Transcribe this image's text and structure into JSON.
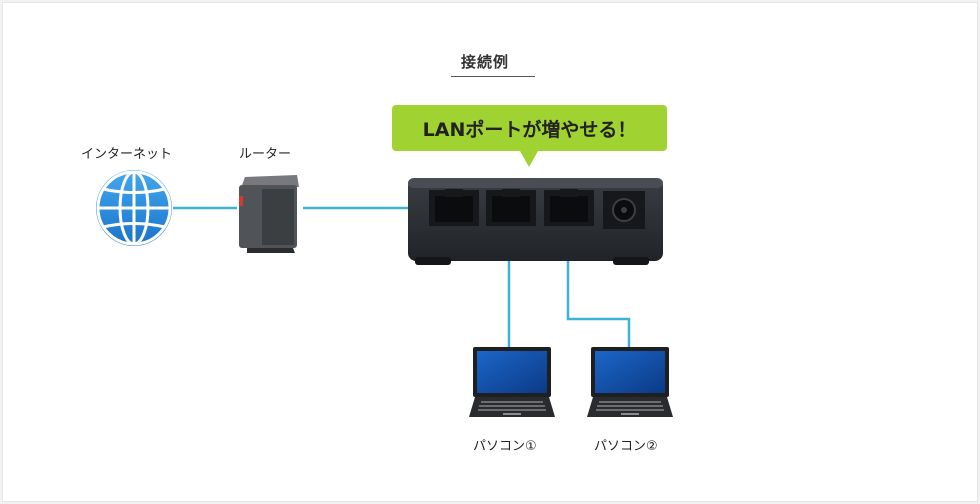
{
  "diagram": {
    "title": "接続例",
    "callout": "LANポートが増やせる！",
    "nodes": {
      "internet": "インターネット",
      "router": "ルーター",
      "pc1": "パソコン①",
      "pc2": "パソコン②"
    }
  },
  "colors": {
    "cable": "#3bb3d6",
    "callout_bg": "#a0d231",
    "globe": "#2b8fdc",
    "device_body": "#2c2f33"
  },
  "icons": [
    "globe-icon",
    "router-icon",
    "hub-icon",
    "laptop-icon"
  ]
}
